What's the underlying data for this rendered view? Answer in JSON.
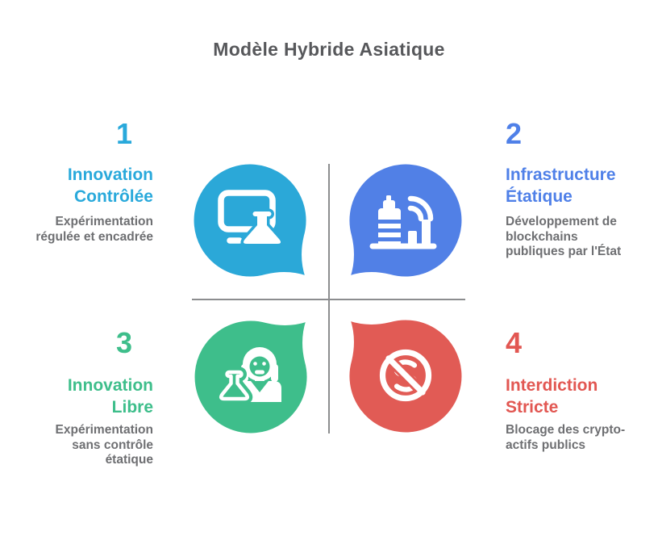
{
  "title": "Modèle Hybride Asiatique",
  "colors": {
    "cyan": "#2BA8D8",
    "blue": "#5180E6",
    "green": "#3EBE8B",
    "red": "#E15B55",
    "title_gray": "#57585B",
    "body_gray": "#6E6F72",
    "divider_gray": "#8C8D8F",
    "icon_white": "#FFFFFF"
  },
  "quadrants": [
    {
      "number": "1",
      "heading": "Innovation\nContrôlée",
      "description": "Expérimentation\nrégulée et encadrée",
      "color": "#2BA8D8",
      "icon": "monitor-flask-icon"
    },
    {
      "number": "2",
      "heading": "Infrastructure\nÉtatique",
      "description": "Développement de\nblockchains\npubliques par l'État",
      "color": "#5180E6",
      "icon": "connected-building-icon"
    },
    {
      "number": "3",
      "heading": "Innovation\nLibre",
      "description": "Expérimentation\nsans contrôle\nétatique",
      "color": "#3EBE8B",
      "icon": "scientist-flask-icon"
    },
    {
      "number": "4",
      "heading": "Interdiction\nStricte",
      "description": "Blocage des crypto-\nactifs publics",
      "color": "#E15B55",
      "icon": "banned-crypto-icon"
    }
  ]
}
